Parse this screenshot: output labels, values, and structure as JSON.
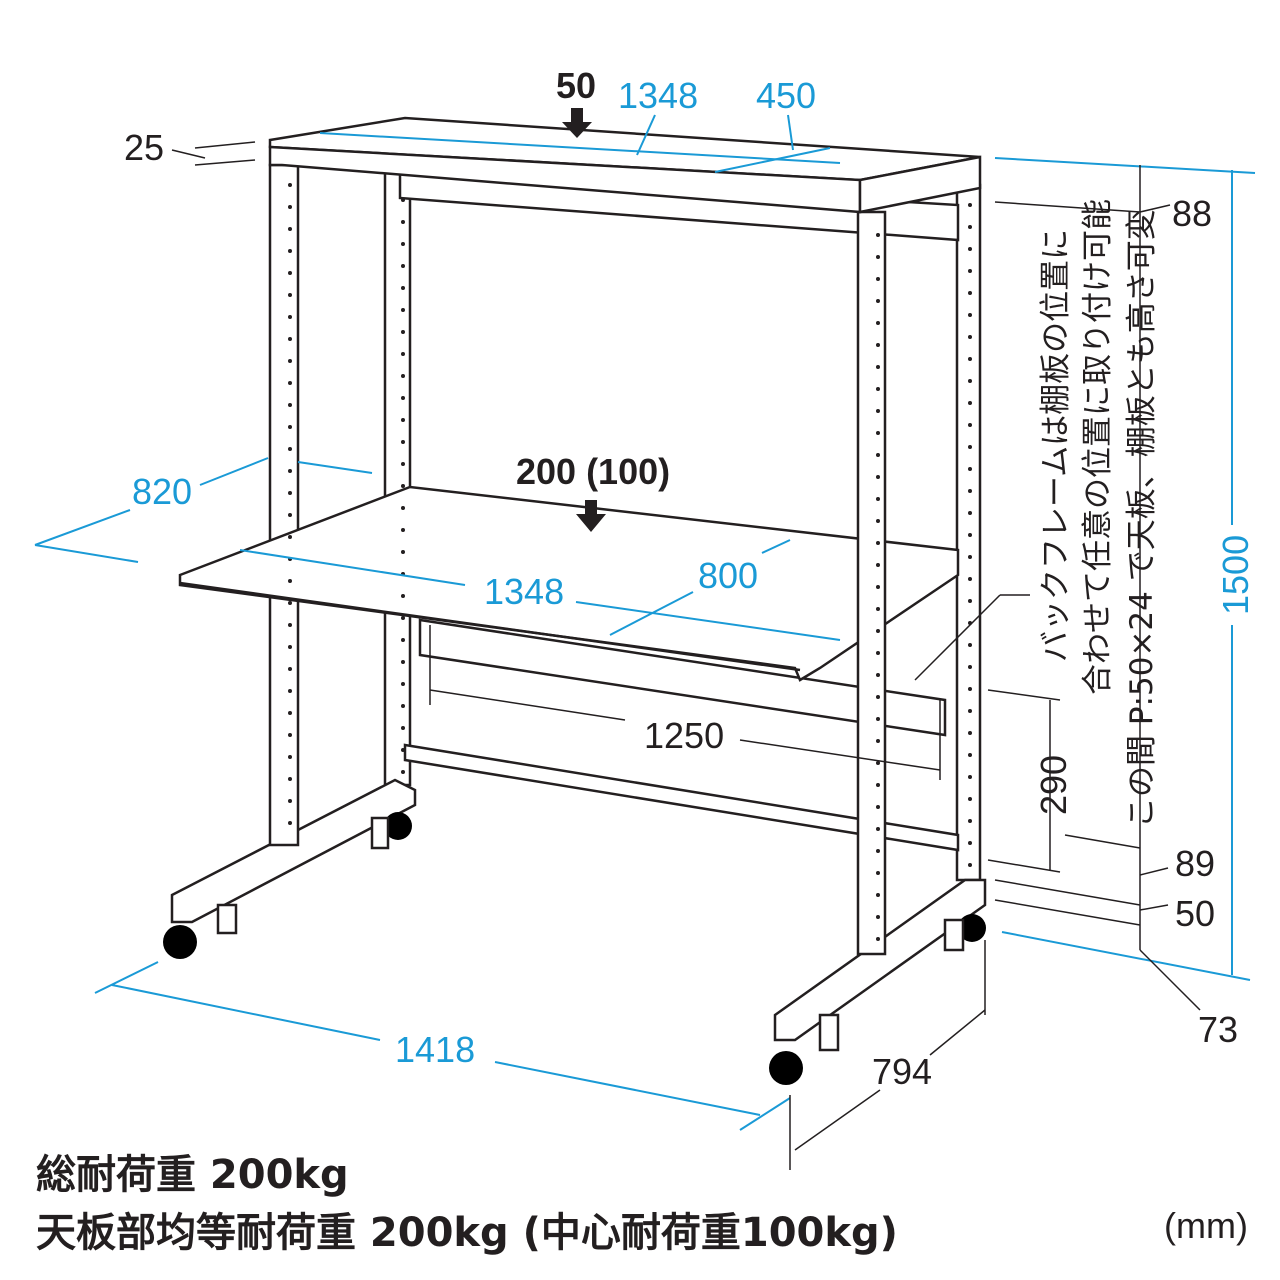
{
  "dimensions": {
    "top_load": "50",
    "top_width": "1348",
    "top_depth": "450",
    "top_thickness": "25",
    "top_to_frame": "88",
    "depth": "820",
    "shelf_load": "200 (100)",
    "shelf_width": "1348",
    "shelf_depth": "800",
    "inner_width": "1250",
    "pitch_range": "290",
    "height": "1500",
    "foot_89": "89",
    "foot_50": "50",
    "foot_73": "73",
    "overall_width": "1418",
    "overall_depth": "794"
  },
  "notes": {
    "back_frame_line1": "バックフレームは棚板の位置に",
    "back_frame_line2": "合わせて任意の位置に取り付け可能",
    "pitch_note": "この間 P:50×24 で天板、棚板とも高さ可変"
  },
  "footer": {
    "total_load": "総耐荷重 200kg",
    "top_load": "天板部均等耐荷重 200kg (中心耐荷重100kg)",
    "unit": "(mm)"
  },
  "colors": {
    "dimension": "#1a9ad6",
    "line": "#231f20"
  }
}
